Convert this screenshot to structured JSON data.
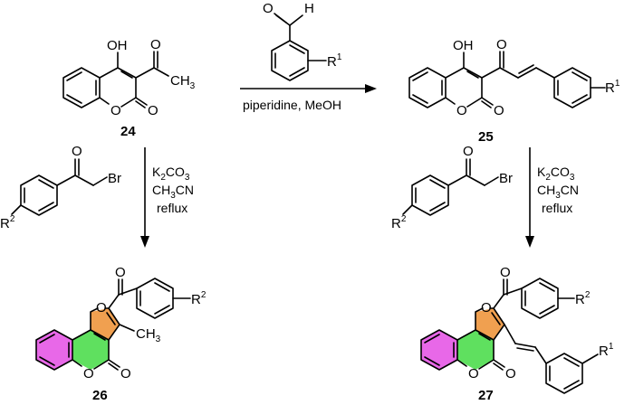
{
  "compounds": {
    "c24": {
      "label": "24",
      "atoms": {
        "oh": "OH",
        "o_ring": "O",
        "o_carbonyl": "O",
        "o_acetyl": "O",
        "ch3": "CH",
        "ch3_sub": "3"
      }
    },
    "c25": {
      "label": "25",
      "atoms": {
        "oh": "OH",
        "o_ring": "O",
        "o_carbonyl": "O",
        "o_enone": "O",
        "r": "R",
        "r_sup": "1"
      }
    },
    "c26": {
      "label": "26",
      "atoms": {
        "o_furan": "O",
        "o_ring": "O",
        "o_carbonyl": "O",
        "o_ketone": "O",
        "ch3": "CH",
        "ch3_sub": "3",
        "r": "R",
        "r_sup": "2"
      }
    },
    "c27": {
      "label": "27",
      "atoms": {
        "o_furan": "O",
        "o_ring": "O",
        "o_carbonyl": "O",
        "o_ketone": "O",
        "r2": "R",
        "r2_sup": "2",
        "r1": "R",
        "r1_sup": "1"
      }
    }
  },
  "reagents": {
    "aldehyde": {
      "o": "O",
      "h": "H",
      "r": "R",
      "r_sup": "1"
    },
    "bromide_left": {
      "o": "O",
      "br": "Br",
      "r": "R",
      "r_sup": "2"
    },
    "bromide_right": {
      "o": "O",
      "br": "Br",
      "r": "R",
      "r_sup": "2"
    }
  },
  "conditions": {
    "top": "piperidine, MeOH",
    "left": {
      "k": "K",
      "k_sub": "2",
      "co": "CO",
      "co_sub": "3",
      "ch": "CH",
      "ch_sub": "3",
      "cn": "CN",
      "reflux": "reflux"
    },
    "right": {
      "k": "K",
      "k_sub": "2",
      "co": "CO",
      "co_sub": "3",
      "ch": "CH",
      "ch_sub": "3",
      "cn": "CN",
      "reflux": "reflux"
    }
  },
  "colors": {
    "benzene": "#e868e8",
    "pyranone": "#5fe05f",
    "furan": "#f0a050"
  }
}
